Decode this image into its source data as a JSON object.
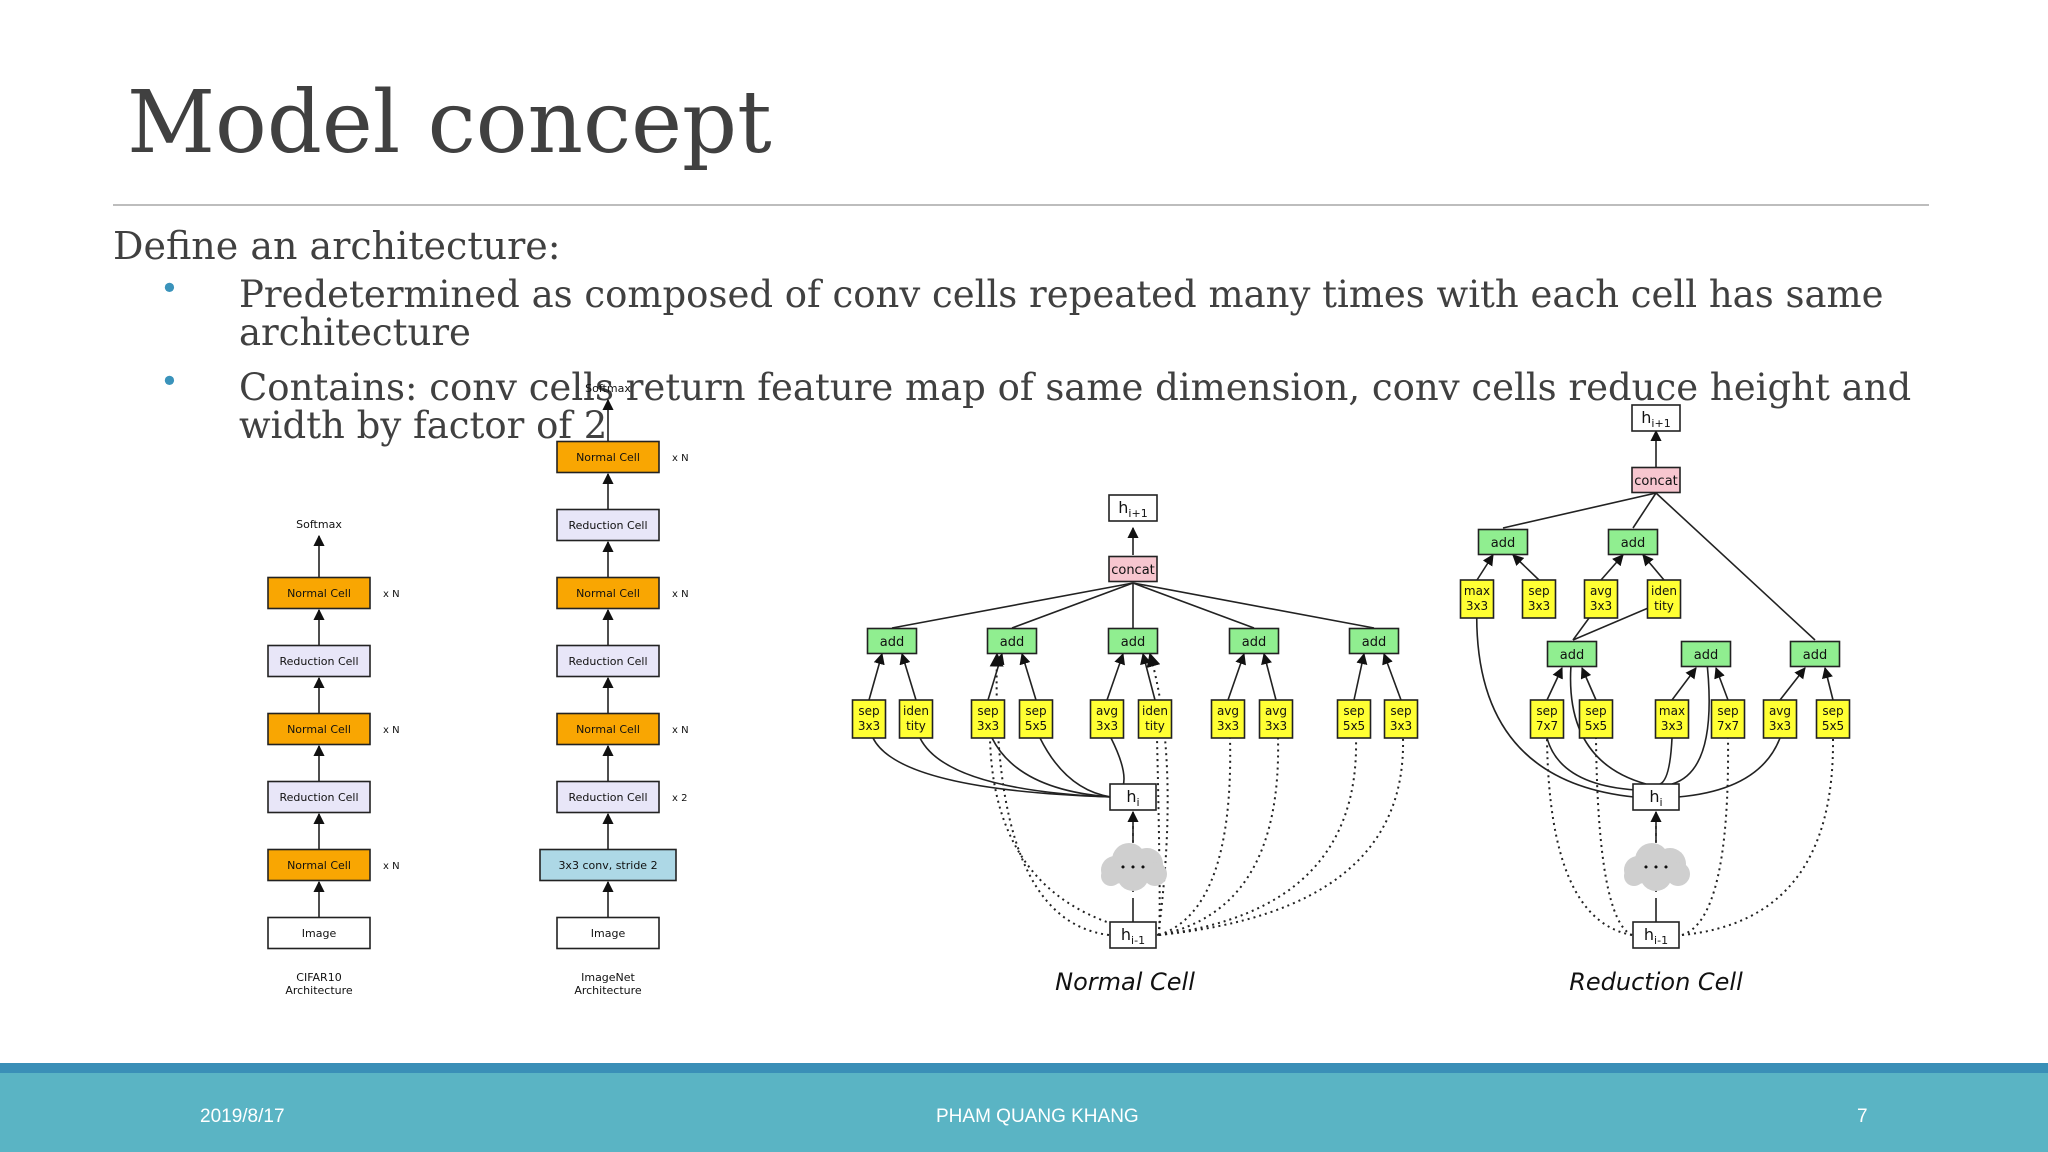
{
  "slide": {
    "title": "Model concept",
    "subtitle": "Define an architecture:",
    "bullets": [
      "Predetermined as composed of conv cells repeated many times with each cell has same architecture",
      "Contains: conv cells return feature map of same dimension, conv cells reduce height and width by factor of 2"
    ]
  },
  "colors": {
    "normal_cell": "#f9a602",
    "reduction_cell": "#e8e6f8",
    "conv": "#add8e6",
    "add": "#90ee90",
    "op": "#ffff33",
    "concat": "#f7c6cf",
    "accent": "#3a93bb",
    "footer": "#5ab4c4"
  },
  "figure": {
    "cifar": {
      "softmax": "Softmax",
      "blocks": [
        "Normal Cell",
        "Reduction Cell",
        "Normal Cell",
        "Reduction Cell",
        "Normal Cell",
        "Image"
      ],
      "repeat": [
        "x N",
        "",
        "x N",
        "",
        "x N",
        ""
      ],
      "caption": [
        "CIFAR10",
        "Architecture"
      ]
    },
    "imagenet": {
      "softmax": "Softmax",
      "blocks": [
        "Normal Cell",
        "Reduction Cell",
        "Normal Cell",
        "Reduction Cell",
        "Normal Cell",
        "Reduction Cell",
        "3x3 conv, stride 2",
        "Image"
      ],
      "repeat": [
        "x N",
        "",
        "x N",
        "",
        "x N",
        "x 2",
        "",
        ""
      ],
      "caption": [
        "ImageNet",
        "Architecture"
      ]
    },
    "normal_cell": {
      "caption": "Normal Cell",
      "output": "h",
      "output_sub": "i+1",
      "concat": "concat",
      "adds": [
        "add",
        "add",
        "add",
        "add",
        "add"
      ],
      "ops": [
        [
          "sep",
          "3x3"
        ],
        [
          "iden",
          "tity"
        ],
        [
          "sep",
          "3x3"
        ],
        [
          "sep",
          "5x5"
        ],
        [
          "avg",
          "3x3"
        ],
        [
          "iden",
          "tity"
        ],
        [
          "avg",
          "3x3"
        ],
        [
          "avg",
          "3x3"
        ],
        [
          "sep",
          "5x5"
        ],
        [
          "sep",
          "3x3"
        ]
      ],
      "hi": "h",
      "hi_sub": "i",
      "hprev": "h",
      "hprev_sub": "i-1",
      "ellipsis": "..."
    },
    "reduction_cell": {
      "caption": "Reduction Cell",
      "output": "h",
      "output_sub": "i+1",
      "concat": "concat",
      "top_adds": [
        "add",
        "add"
      ],
      "top_ops": [
        [
          "max",
          "3x3"
        ],
        [
          "sep",
          "3x3"
        ],
        [
          "avg",
          "3x3"
        ],
        [
          "iden",
          "tity"
        ]
      ],
      "bottom_adds": [
        "add",
        "add",
        "add"
      ],
      "bottom_ops": [
        [
          "sep",
          "7x7"
        ],
        [
          "sep",
          "5x5"
        ],
        [
          "max",
          "3x3"
        ],
        [
          "sep",
          "7x7"
        ],
        [
          "avg",
          "3x3"
        ],
        [
          "sep",
          "5x5"
        ]
      ],
      "hi": "h",
      "hi_sub": "i",
      "hprev": "h",
      "hprev_sub": "i-1",
      "ellipsis": "..."
    }
  },
  "footer": {
    "date": "2019/8/17",
    "author": "PHAM QUANG KHANG",
    "page": "7"
  }
}
